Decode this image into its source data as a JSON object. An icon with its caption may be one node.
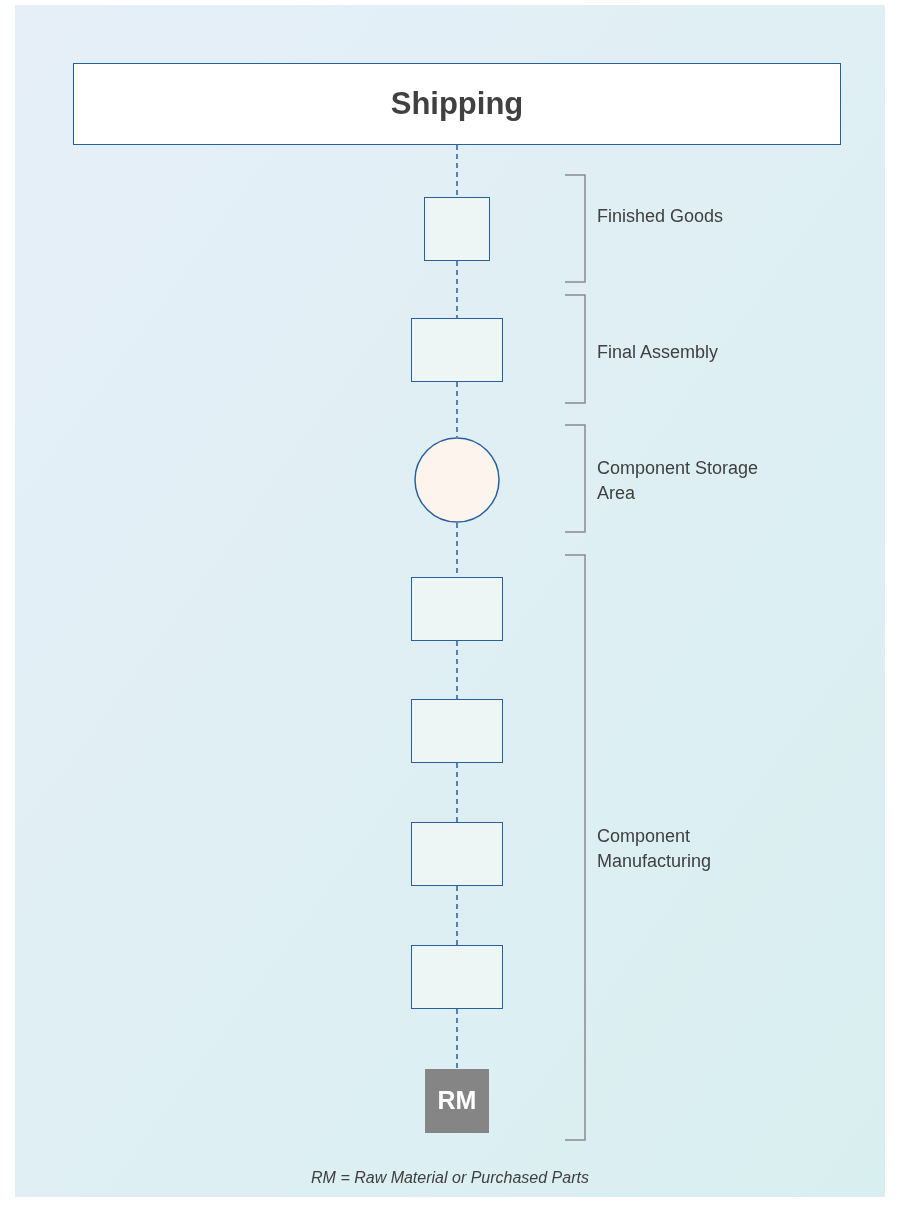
{
  "diagram": {
    "caption": "RM = Raw Material or Purchased Parts",
    "nodes": [
      {
        "text": [
          "Shipping"
        ]
      },
      {
        "text": [],
        "shape": "box"
      },
      {
        "text": [],
        "shape": "box"
      },
      {
        "text": [],
        "shape": "circle"
      },
      {
        "text": [],
        "shape": "box"
      },
      {
        "text": [],
        "shape": "box"
      },
      {
        "text": [],
        "shape": "box"
      },
      {
        "text": [],
        "shape": "box"
      },
      {
        "text": [
          "RM"
        ]
      }
    ],
    "edges": [
      {
        "from": 0,
        "to": 1,
        "arrow": "none",
        "style": "dashed"
      },
      {
        "from": 1,
        "to": 2,
        "arrow": "none",
        "style": "dashed"
      },
      {
        "from": 2,
        "to": 3,
        "arrow": "none",
        "style": "dashed"
      },
      {
        "from": 3,
        "to": 4,
        "arrow": "none",
        "style": "dashed"
      },
      {
        "from": 4,
        "to": 5,
        "arrow": "none",
        "style": "dashed"
      },
      {
        "from": 5,
        "to": 6,
        "arrow": "none",
        "style": "dashed"
      },
      {
        "from": 6,
        "to": 7,
        "arrow": "none",
        "style": "dashed"
      },
      {
        "from": 7,
        "to": 8,
        "arrow": "none",
        "style": "dashed"
      }
    ],
    "labels": [
      "Finished Goods",
      "Final Assembly",
      "Component Storage Area",
      "Component Manufacturing"
    ]
  }
}
